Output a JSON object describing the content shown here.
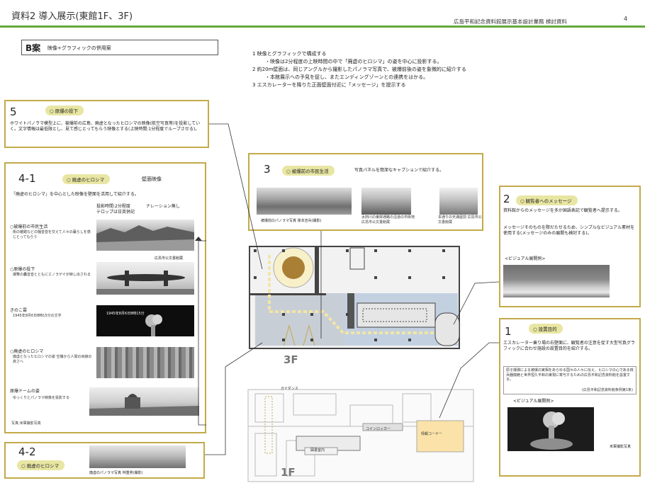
{
  "header": {
    "title": "資料2 導入展示(東館1F、3F)",
    "project": "広島平和記念資料館展示基本設計業務 検討資料",
    "page_number": "4"
  },
  "plan": {
    "label": "B案",
    "subtitle": "映像+グラフィックの併用案"
  },
  "summary": [
    "1 映像とグラフィックで構成する",
    "・映像は2分程度の上映時間の中で「廃虚のヒロシマ」の姿を中心に投影する。",
    "2 約20m壁面は、同じアングルから撮影したパノラマ写真で、被爆前後の姿を象徴的に紹介する",
    "・本館展示への予見を促し、またエンディングゾーンとの連携をはかる。",
    "3 エスカレーターを降りた正面壁面付近に「メッセージ」を提示する"
  ],
  "section5": {
    "number": "5",
    "tag": "原爆の投下",
    "text": "ホワイトパノラマ模型上に、被爆前の広島、廃虚となったヒロシマの映像(航空写真等)を投影していく。文字情報は最低限とし、見て感じとってもらう映像とする(上映時間:1分程度でループさせる)。"
  },
  "section41": {
    "number": "4-1",
    "tag": "廃虚のヒロシマ",
    "heading": "壁面映像",
    "intro": "「廃虚のヒロシマ」を中心とした映像を壁面を活用して紹介する。",
    "spec_time": "投影時間:2分程度",
    "spec_narration": "ナレーション無し",
    "spec_telop": "テロップは日英併記",
    "items": [
      {
        "title": "○被爆前の市民生活",
        "desc": "街の雑踏などの騒音音を交えて人々の暮らしを感じとってもらう"
      },
      {
        "title": "○原爆の投下",
        "desc": "爆撃の轟音音とともにエノラゲイが映し出される"
      },
      {
        "title": "きのこ雲",
        "desc": "1945年8月6日8時15分の文字"
      },
      {
        "title": "○廃虚のヒロシマ",
        "desc": "廃虚となったヒロシマの姿 空撮から人間の目線の高さへ"
      },
      {
        "title": "原爆ドームの姿",
        "desc": "ゆっくりとパノラマ映像を投影する"
      }
    ],
    "photo_caption_1": "広島市公文書館蔵",
    "photo_caption_3": "1945年8月6日8時15分",
    "credit": "写真:米軍撮影写真"
  },
  "section42": {
    "number": "4-2",
    "tag": "廃虚のヒロシマ",
    "caption": "廃虚のパノラマ写真 林重男(撮影)"
  },
  "section3": {
    "number": "3",
    "tag": "被爆前の市民生活",
    "text": "写真パネルを簡潔なキャプションで紹介する。",
    "captions": [
      "被爆前のパノラマ写真 岸本吉兵(撮影)",
      "太田川の東岸通路の沿道の市街地 広島市公文書館蔵",
      "本通りの天満屋前 広島市公文書館蔵"
    ]
  },
  "section2": {
    "number": "2",
    "tag": "観覧者へのメッセージ",
    "text1": "資料館からのメッセージを多か国語表記で観覧者へ提示する。",
    "text2": "メッセージそのものを際だたせるため、シンプルなビジュアル素材を使用する(メッセージのみの展開も検討する)。",
    "example_label": "<ビジュアル展開例>"
  },
  "section1": {
    "number": "1",
    "tag": "設置目的",
    "text": "エスカレーター乗り場の右壁面に、観覧者の注意を促す大型写真グラフィックに合わせ施設の設置目的を紹介する。",
    "quote": "原子爆弾による被爆の実相をあらゆる国々の人々に伝え、ヒロシマの心である核兵器廃絶と世界恒久平和の実現に寄与するための広島平和記念資料館を設置する。",
    "quote_source": "(広島平和記念資料館条例第1条)",
    "example_label": "<ビジュアル展開例>",
    "photo_credit": "米軍撮影写真"
  },
  "floors": {
    "upper": "3F",
    "lower": "1F",
    "guidance": "ガイダンス",
    "locker": "コインロッカー",
    "info": "情報コーナー",
    "shop": "図書室内"
  }
}
